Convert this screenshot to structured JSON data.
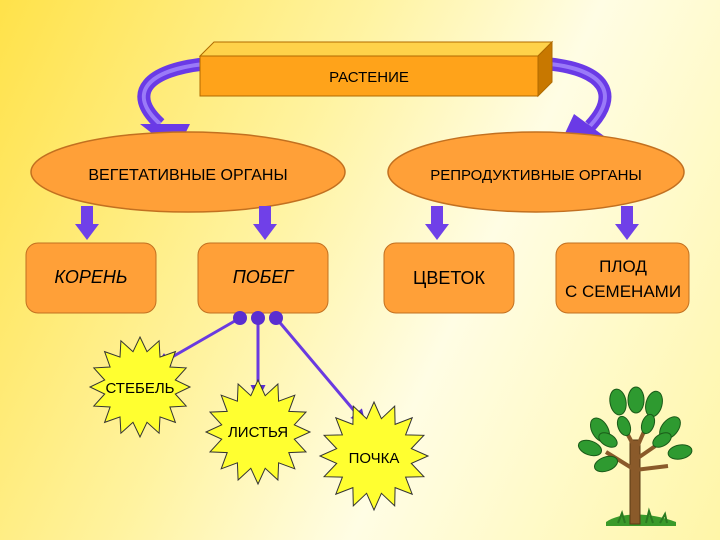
{
  "diagram": {
    "root": {
      "label": "РАСТЕНИЕ"
    },
    "groups": [
      {
        "label": "ВЕГЕТАТИВНЫЕ ОРГАНЫ"
      },
      {
        "label": "РЕПРОДУКТИВНЫЕ ОРГАНЫ"
      }
    ],
    "organs": [
      {
        "label": "КОРЕНЬ"
      },
      {
        "label": "ПОБЕГ"
      },
      {
        "label": "ЦВЕТОК"
      },
      {
        "label_line1": "ПЛОД",
        "label_line2": "С СЕМЕНАМИ"
      }
    ],
    "shoot_parts": [
      {
        "label": "СТЕБЕЛЬ"
      },
      {
        "label": "ЛИСТЬЯ"
      },
      {
        "label": "ПОЧКА"
      }
    ]
  },
  "colors": {
    "box_fill": "#ffa31a",
    "box_top": "#ffd24a",
    "box_side": "#c87800",
    "ellipse_fill": "#ffa038",
    "arrow_purple": "#7040e8",
    "burst_fill": "#ffff30",
    "tree_trunk": "#8a5a2a",
    "tree_leaf": "#2e9a30"
  }
}
